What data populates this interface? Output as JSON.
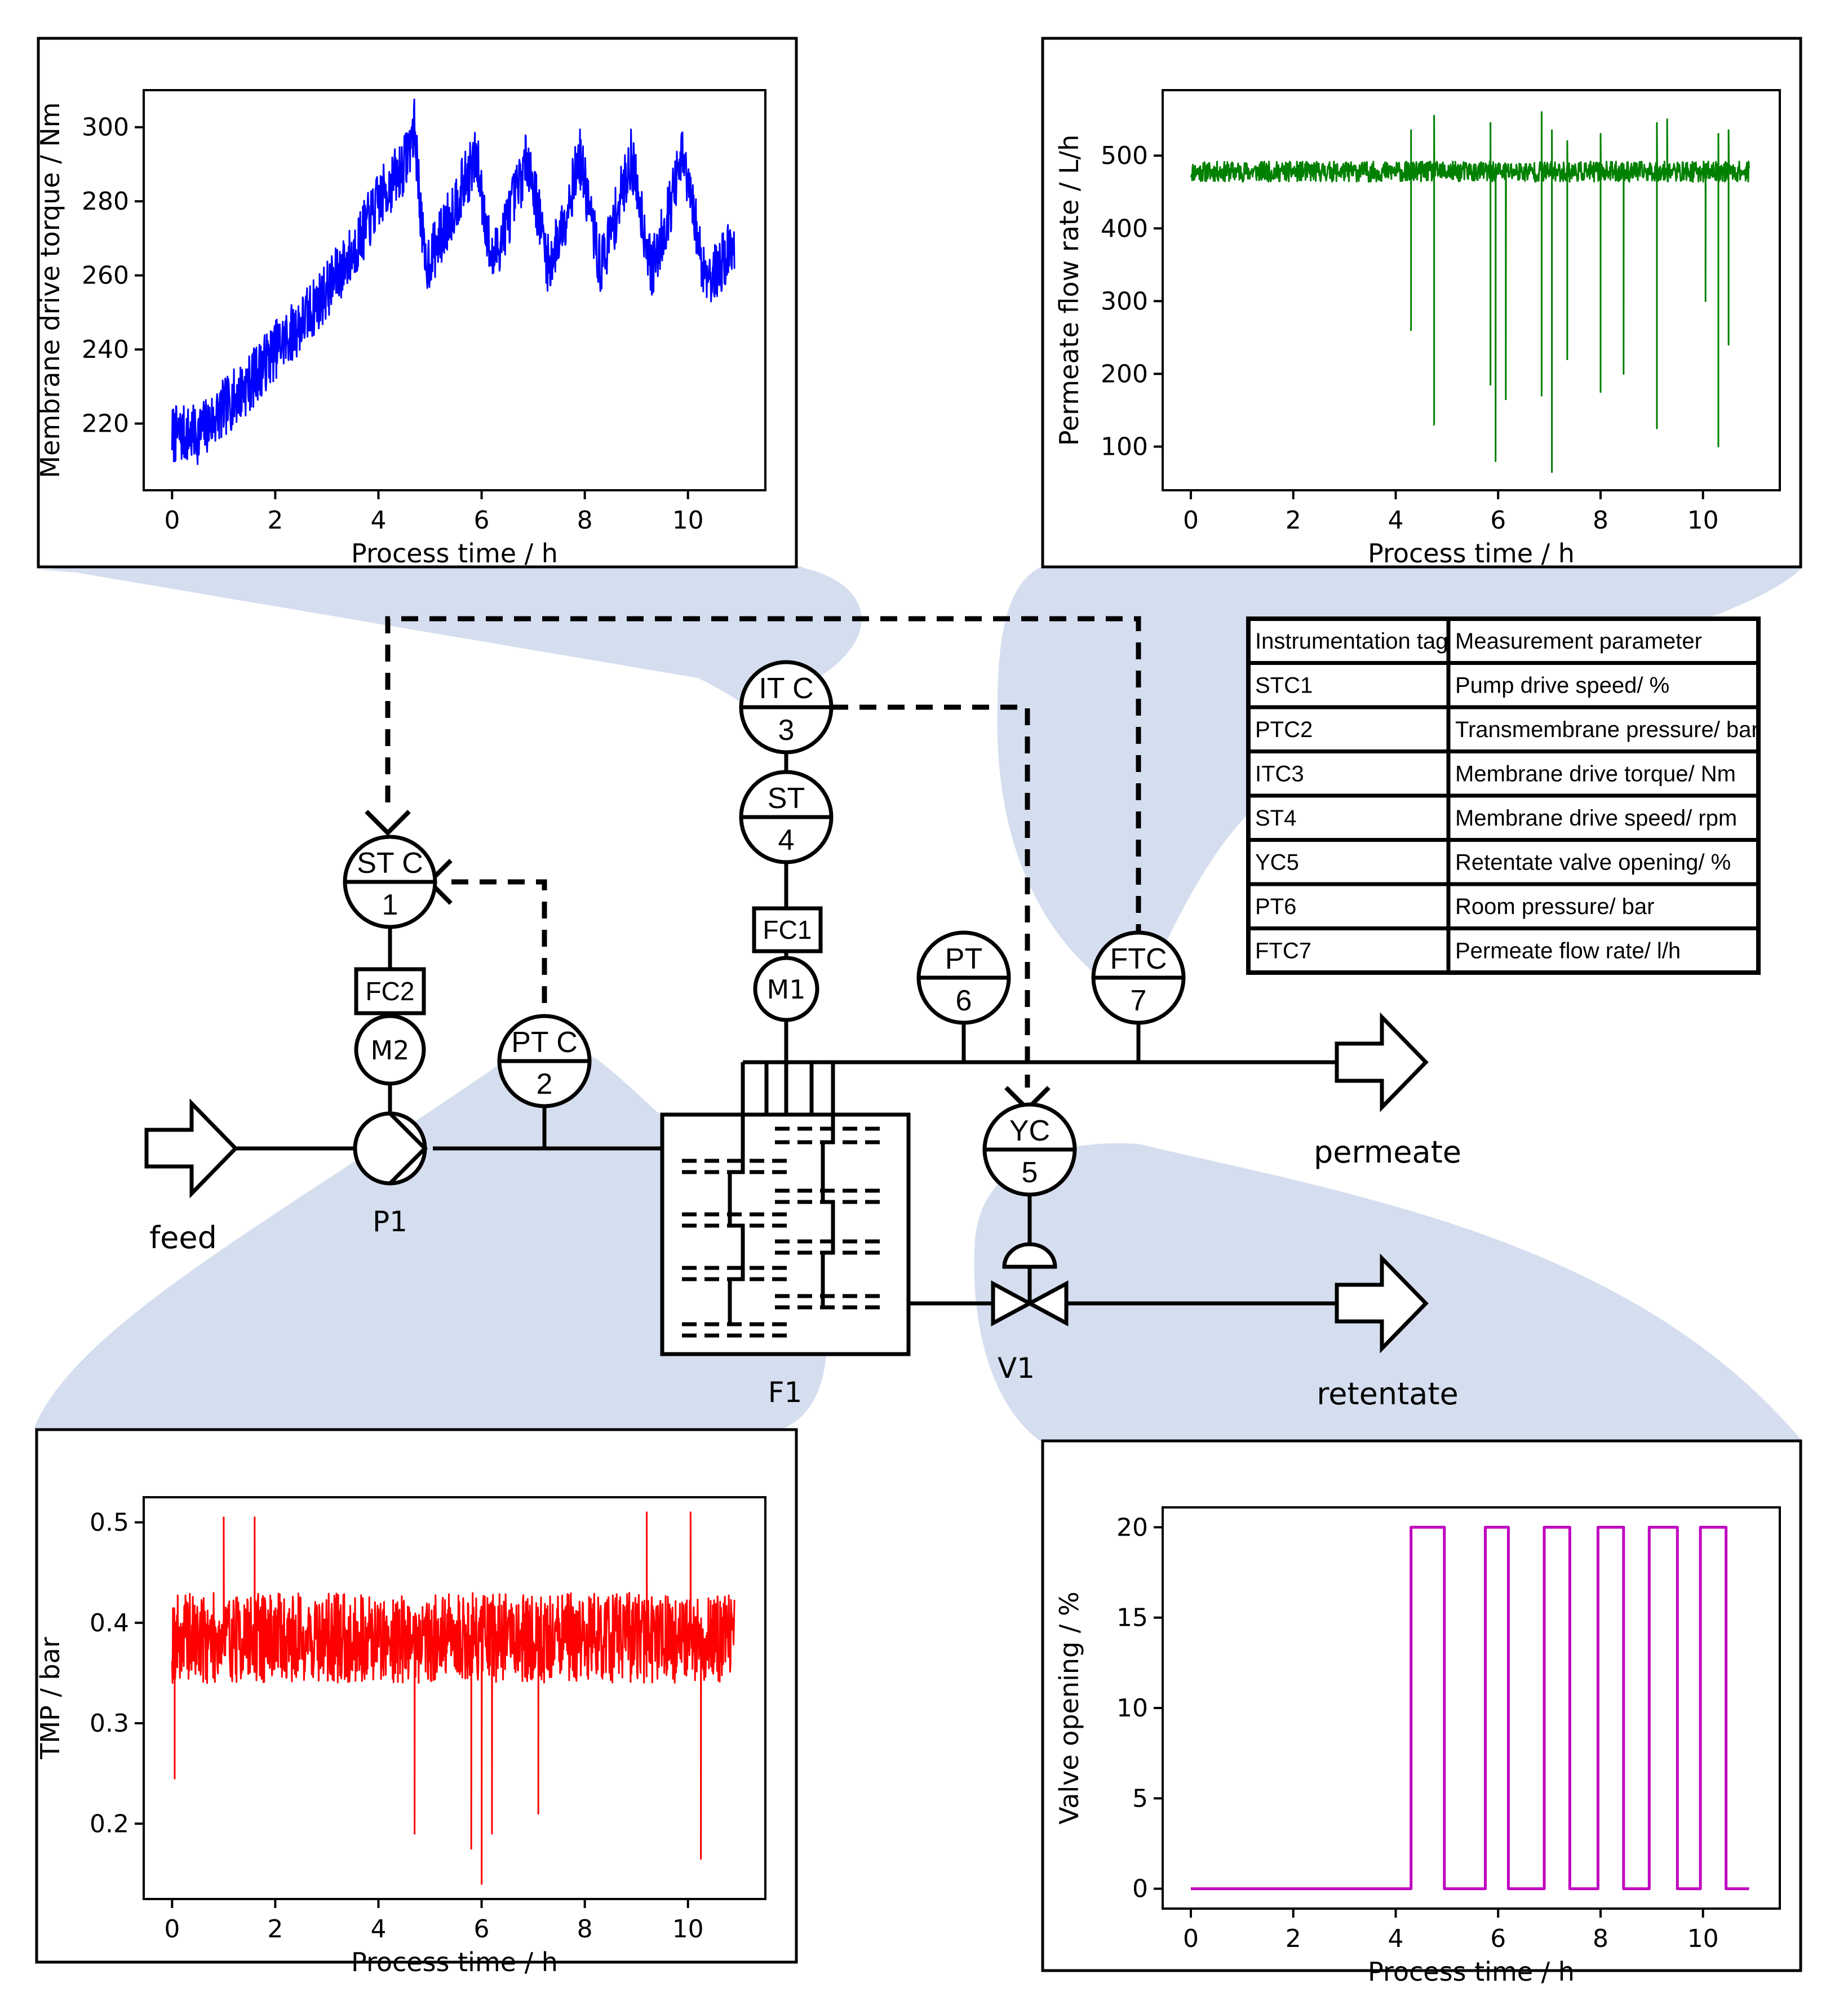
{
  "process": {
    "labels": {
      "feed": "feed",
      "permeate": "permeate",
      "retentate": "retentate",
      "pump": "P1",
      "filter": "F1",
      "valve": "V1",
      "motor_pump": "M2",
      "motor_filter": "M1",
      "fc_pump": "FC2",
      "fc_filter": "FC1"
    },
    "instruments": [
      {
        "id": "stc1",
        "top": "ST C",
        "bottom": "1"
      },
      {
        "id": "ptc2",
        "top": "PT C",
        "bottom": "2"
      },
      {
        "id": "itc3",
        "top": "IT C",
        "bottom": "3"
      },
      {
        "id": "st4",
        "top": "ST",
        "bottom": "4"
      },
      {
        "id": "yc5",
        "top": "YC",
        "bottom": "5"
      },
      {
        "id": "pt6",
        "top": "PT",
        "bottom": "6"
      },
      {
        "id": "ftc7",
        "top": "FTC",
        "bottom": "7"
      }
    ]
  },
  "legend_table": {
    "headers": [
      "Instrumentation tag",
      "Measurement parameter"
    ],
    "rows": [
      [
        "STC1",
        "Pump drive speed/ %"
      ],
      [
        "PTC2",
        "Transmembrane pressure/ bar"
      ],
      [
        "ITC3",
        "Membrane drive torque/ Nm"
      ],
      [
        "ST4",
        "Membrane drive speed/ rpm"
      ],
      [
        "YC5",
        "Retentate valve opening/ %"
      ],
      [
        "PT6",
        "Room pressure/ bar"
      ],
      [
        "FTC7",
        "Permeate flow rate/ l/h"
      ]
    ]
  },
  "colors": {
    "highlight": "#d5deef",
    "torque": "#0000ff",
    "flow": "#008000",
    "tmp": "#ff0000",
    "valve": "#bf00bf"
  },
  "chart_data": [
    {
      "id": "torque",
      "type": "line",
      "xlabel": "Process time / h",
      "ylabel": "Membrane drive torque / Nm",
      "xlim": [
        -0.55,
        11.5
      ],
      "ylim": [
        202,
        310
      ],
      "xticks": [
        0,
        2,
        4,
        6,
        8,
        10
      ],
      "yticks": [
        220,
        240,
        260,
        280,
        300
      ],
      "series": [
        {
          "x": [
            0,
            0.5,
            1,
            1.5,
            2,
            2.5,
            3,
            3.5,
            4,
            4.5,
            4.7,
            4.9,
            5.2,
            5.5,
            5.9,
            6.2,
            6.5,
            6.9,
            7.3,
            7.6,
            7.9,
            8.3,
            8.6,
            8.9,
            9.3,
            9.6,
            9.9,
            10.3,
            10.5,
            10.9
          ],
          "y": [
            217,
            217,
            224,
            231,
            240,
            247,
            256,
            266,
            280,
            290,
            300,
            262,
            270,
            280,
            292,
            263,
            275,
            292,
            262,
            275,
            292,
            262,
            276,
            292,
            261,
            276,
            292,
            262,
            260,
            269
          ]
        }
      ]
    },
    {
      "id": "flow",
      "type": "line",
      "xlabel": "Process time / h",
      "ylabel": "Permeate flow rate / L/h",
      "xlim": [
        -0.55,
        11.5
      ],
      "ylim": [
        40,
        590
      ],
      "xticks": [
        0,
        2,
        4,
        6,
        8,
        10
      ],
      "yticks": [
        100,
        200,
        300,
        400,
        500
      ],
      "series": [
        {
          "baseline": 478,
          "spikes_down": [
            [
              4.3,
              260
            ],
            [
              4.75,
              130
            ],
            [
              5.85,
              185
            ],
            [
              5.95,
              80
            ],
            [
              6.15,
              165
            ],
            [
              6.85,
              170
            ],
            [
              7.05,
              65
            ],
            [
              7.35,
              220
            ],
            [
              8.0,
              175
            ],
            [
              8.45,
              200
            ],
            [
              9.1,
              125
            ],
            [
              10.05,
              300
            ],
            [
              10.3,
              100
            ],
            [
              10.5,
              240
            ]
          ],
          "spikes_up": [
            [
              4.3,
              535
            ],
            [
              4.75,
              555
            ],
            [
              5.85,
              545
            ],
            [
              6.85,
              560
            ],
            [
              7.05,
              535
            ],
            [
              7.35,
              520
            ],
            [
              8.0,
              530
            ],
            [
              9.1,
              545
            ],
            [
              9.3,
              550
            ],
            [
              10.3,
              530
            ],
            [
              10.5,
              535
            ]
          ]
        }
      ]
    },
    {
      "id": "tmp",
      "type": "line",
      "xlabel": "Process time / h",
      "ylabel": "TMP / bar",
      "xlim": [
        -0.55,
        11.5
      ],
      "ylim": [
        0.125,
        0.525
      ],
      "xticks": [
        0,
        2,
        4,
        6,
        8,
        10
      ],
      "yticks": [
        0.2,
        0.3,
        0.4,
        0.5
      ],
      "series": [
        {
          "baseline": 0.385,
          "spikes_down": [
            [
              0.05,
              0.245
            ],
            [
              4.7,
              0.19
            ],
            [
              5.8,
              0.175
            ],
            [
              6.0,
              0.14
            ],
            [
              6.2,
              0.19
            ],
            [
              7.1,
              0.21
            ],
            [
              10.25,
              0.165
            ]
          ],
          "spikes_up": [
            [
              1.0,
              0.505
            ],
            [
              1.6,
              0.505
            ],
            [
              9.2,
              0.51
            ],
            [
              10.05,
              0.51
            ]
          ]
        }
      ]
    },
    {
      "id": "valve",
      "type": "line",
      "xlabel": "Process time / h",
      "ylabel": "Valve opening / %",
      "xlim": [
        -0.55,
        11.5
      ],
      "ylim": [
        -1.1,
        21.1
      ],
      "xticks": [
        0,
        2,
        4,
        6,
        8,
        10
      ],
      "yticks": [
        0,
        5,
        10,
        15,
        20
      ],
      "series": [
        {
          "x": [
            0,
            4.3,
            4.3,
            4.95,
            4.95,
            5.75,
            5.75,
            6.2,
            6.2,
            6.9,
            6.9,
            7.4,
            7.4,
            7.95,
            7.95,
            8.45,
            8.45,
            8.95,
            8.95,
            9.5,
            9.5,
            9.95,
            9.95,
            10.45,
            10.45,
            10.9
          ],
          "y": [
            0,
            0,
            20,
            20,
            0,
            0,
            20,
            20,
            0,
            0,
            20,
            20,
            0,
            0,
            20,
            20,
            0,
            0,
            20,
            20,
            0,
            0,
            20,
            20,
            0,
            0
          ]
        }
      ]
    }
  ]
}
